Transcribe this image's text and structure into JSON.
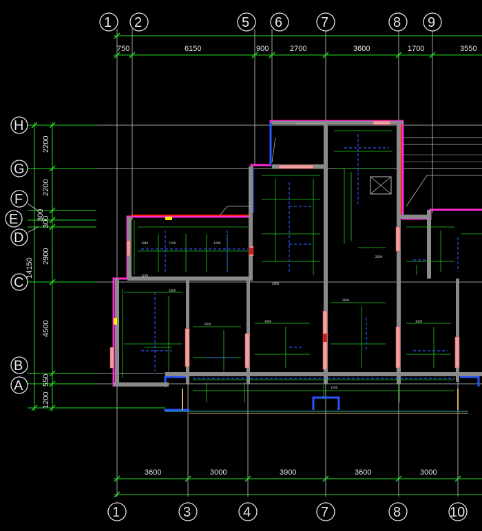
{
  "drawing": {
    "top_axes": [
      "1",
      "2",
      "5",
      "6",
      "7",
      "8",
      "9"
    ],
    "bottom_axes": [
      "1",
      "3",
      "4",
      "7",
      "8",
      "10"
    ],
    "left_axes": [
      "H",
      "G",
      "F",
      "E",
      "D",
      "C",
      "B",
      "A"
    ],
    "top_dimensions": [
      "750",
      "6150",
      "900",
      "2700",
      "3600",
      "1700",
      "3550"
    ],
    "bottom_dimensions": [
      "3600",
      "3000",
      "3900",
      "3600",
      "3000"
    ],
    "left_dimensions": [
      "2200",
      "2200",
      "300",
      "300",
      "2900",
      "4500",
      "550",
      "1200"
    ],
    "left_total": "14150"
  },
  "colors": {
    "background": "#000000",
    "dimension_line": "#22dd22",
    "axis_line": "#cfcfcf",
    "wall": "#8a8a8a",
    "outline": "#ff2bd6",
    "blue_segment": "#2a56ff",
    "window": "#f2a0a0"
  }
}
